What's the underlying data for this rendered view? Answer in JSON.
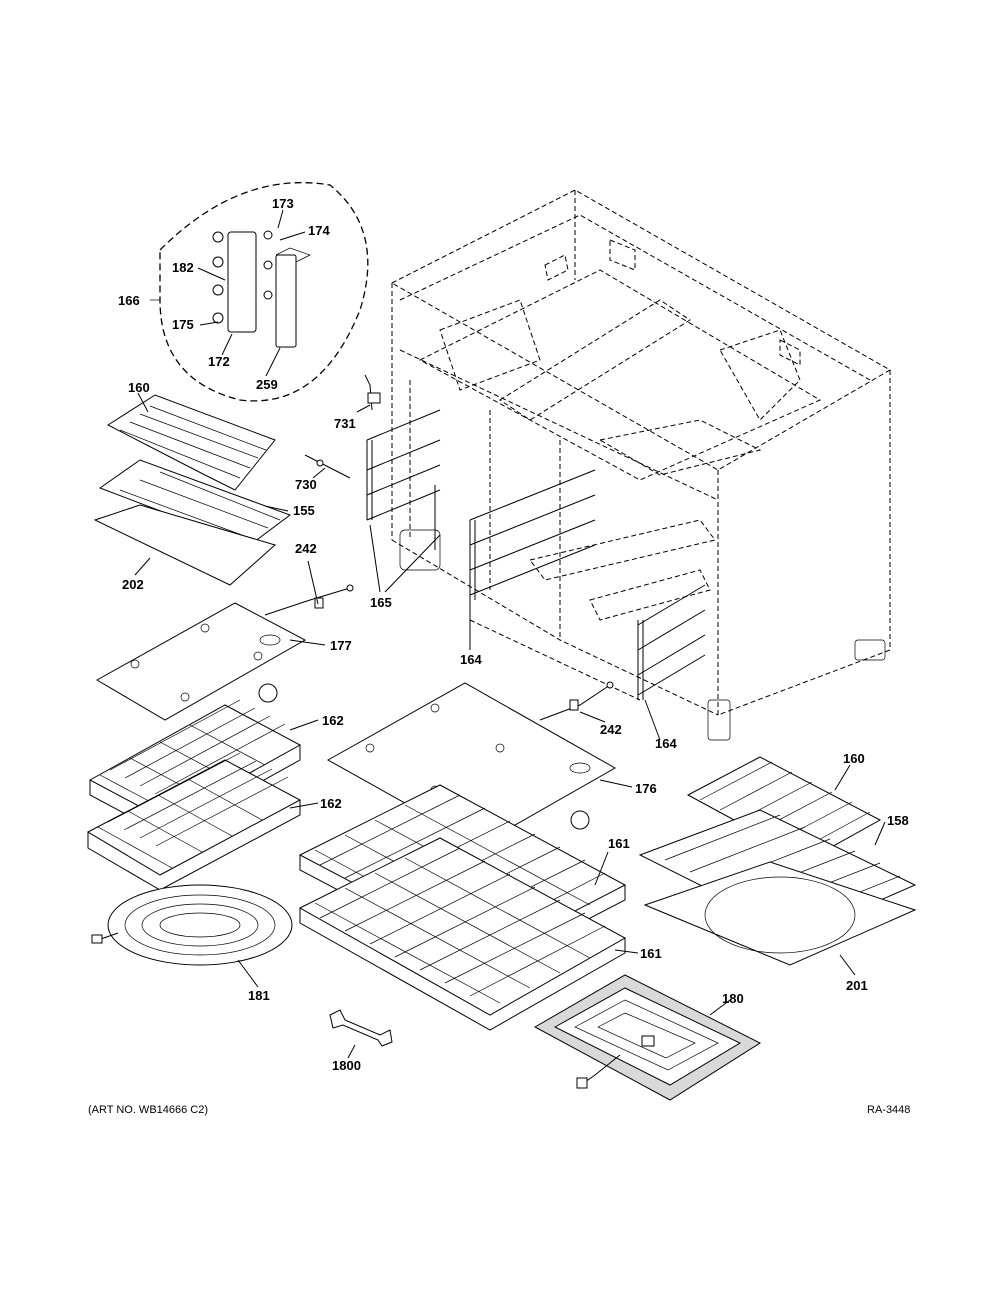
{
  "diagram": {
    "part_labels": {
      "p173": "173",
      "p174": "174",
      "p182": "182",
      "p166": "166",
      "p175": "175",
      "p172": "172",
      "p259": "259",
      "p160a": "160",
      "p731": "731",
      "p730": "730",
      "p155": "155",
      "p202": "202",
      "p242a": "242",
      "p165": "165",
      "p177": "177",
      "p164a": "164",
      "p162a": "162",
      "p242b": "242",
      "p164b": "164",
      "p162b": "162",
      "p176": "176",
      "p160b": "160",
      "p158": "158",
      "p161a": "161",
      "p161b": "161",
      "p201": "201",
      "p181": "181",
      "p180": "180",
      "p1800": "1800"
    },
    "art_number": "(ART NO. WB14666 C2)",
    "ref_code": "RA-3448"
  }
}
